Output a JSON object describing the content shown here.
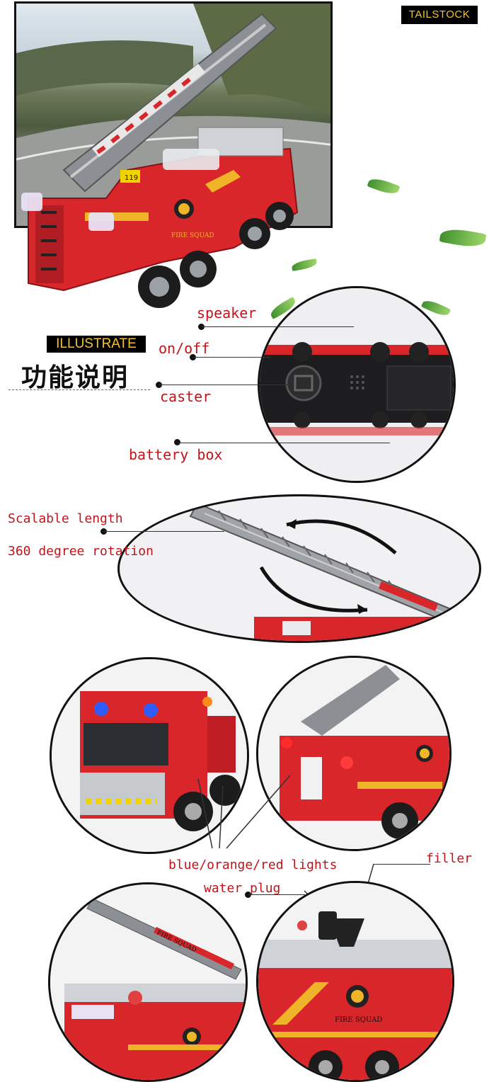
{
  "brand": "TAILSTOCK",
  "section": {
    "tag": "ILLUSTRATE",
    "title": "功能说明"
  },
  "callouts": {
    "speaker": "speaker",
    "on_off": "on/off",
    "caster": "caster",
    "battery_box": "battery box",
    "scalable_length": "Scalable length",
    "rotation": "360 degree rotation",
    "lights": "blue/orange/red lights",
    "filler": "filler",
    "water_plug": "water plug"
  },
  "decals": {
    "fire_squad": "FIRE SQUAD",
    "unit_number": "119"
  },
  "colors": {
    "truck_red": "#d9262b",
    "label_red": "#c0141a",
    "tag_bg": "#000000",
    "tag_text": "#f4c230",
    "ladder_gray": "#8c8f93"
  }
}
